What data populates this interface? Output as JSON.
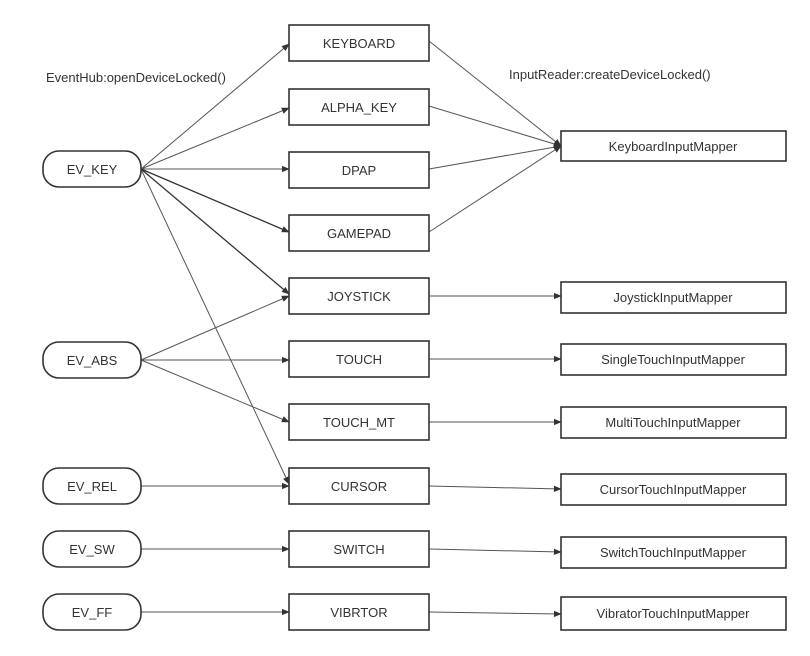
{
  "labels": {
    "event_hub": "EventHub:openDeviceLocked()",
    "input_reader": "InputReader:createDeviceLocked()"
  },
  "events": [
    {
      "id": "ev_key",
      "label": "EV_KEY"
    },
    {
      "id": "ev_abs",
      "label": "EV_ABS"
    },
    {
      "id": "ev_rel",
      "label": "EV_REL"
    },
    {
      "id": "ev_sw",
      "label": "EV_SW"
    },
    {
      "id": "ev_ff",
      "label": "EV_FF"
    }
  ],
  "device_classes": [
    {
      "id": "keyboard",
      "label": "KEYBOARD"
    },
    {
      "id": "alpha_key",
      "label": "ALPHA_KEY"
    },
    {
      "id": "dpap",
      "label": "DPAP"
    },
    {
      "id": "gamepad",
      "label": "GAMEPAD"
    },
    {
      "id": "joystick",
      "label": "JOYSTICK"
    },
    {
      "id": "touch",
      "label": "TOUCH"
    },
    {
      "id": "touch_mt",
      "label": "TOUCH_MT"
    },
    {
      "id": "cursor",
      "label": "CURSOR"
    },
    {
      "id": "switch",
      "label": "SWITCH"
    },
    {
      "id": "vibrtor",
      "label": "VIBRTOR"
    }
  ],
  "mappers": [
    {
      "id": "keyboard_mapper",
      "label": "KeyboardInputMapper"
    },
    {
      "id": "joystick_mapper",
      "label": "JoystickInputMapper"
    },
    {
      "id": "single_touch_mapper",
      "label": "SingleTouchInputMapper"
    },
    {
      "id": "multi_touch_mapper",
      "label": "MultiTouchInputMapper"
    },
    {
      "id": "cursor_mapper",
      "label": "CursorTouchInputMapper"
    },
    {
      "id": "switch_mapper",
      "label": "SwitchTouchInputMapper"
    },
    {
      "id": "vibrator_mapper",
      "label": "VibratorTouchInputMapper"
    }
  ]
}
